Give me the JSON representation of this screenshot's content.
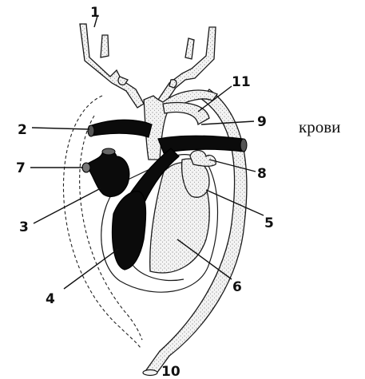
{
  "labels": [
    "1",
    "2",
    "3",
    "4",
    "5",
    "6",
    "7",
    "8",
    "9",
    "10",
    "11"
  ],
  "side_text": "крови",
  "colors": {
    "venous": "#0b0b0b",
    "arterial_stipple": "#ededed",
    "ink": "#111111"
  }
}
